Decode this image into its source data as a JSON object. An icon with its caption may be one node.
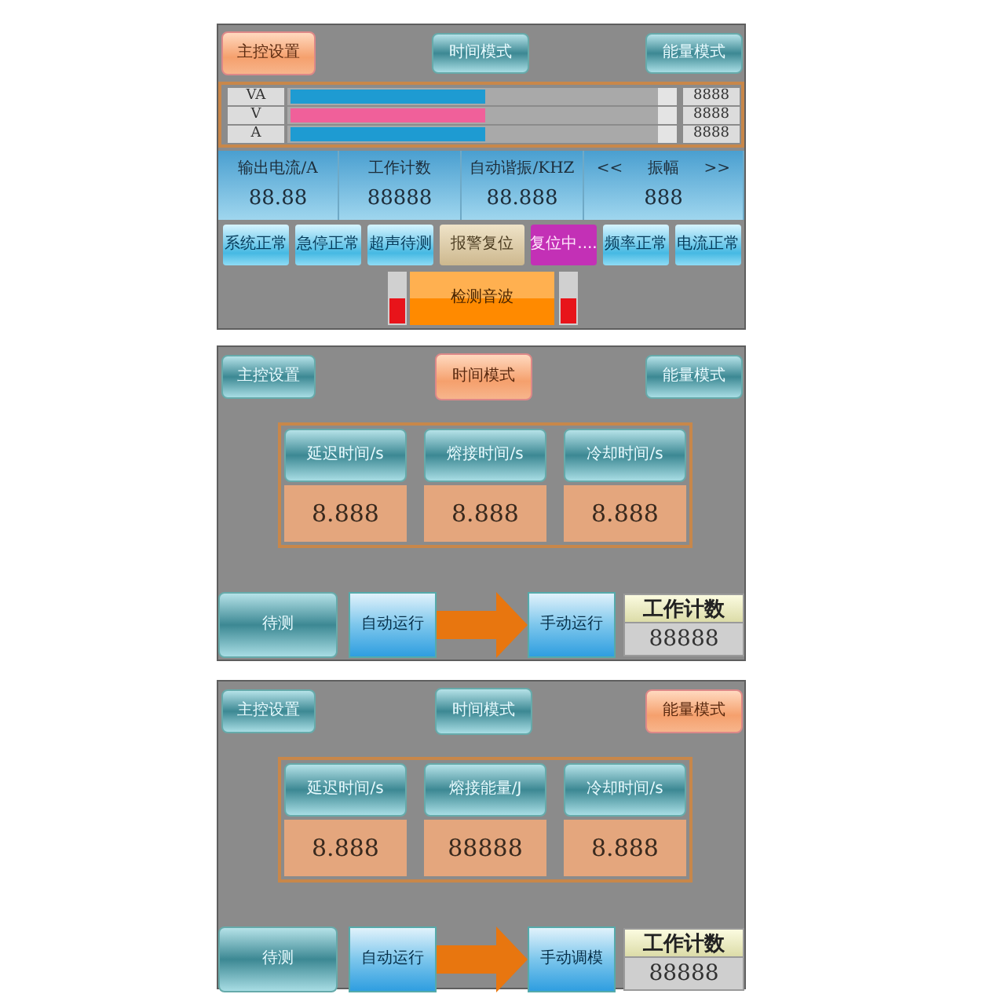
{
  "diagram": {
    "nodes": [
      {
        "text": [],
        "shape": "box"
      },
      {
        "text": [
          "主控设置"
        ],
        "in": 0
      },
      {
        "text": [
          "时间模式"
        ],
        "in": 0
      },
      {
        "text": [
          "能量模式"
        ],
        "in": 0
      },
      {
        "text": [],
        "shape": "box",
        "in": 0
      },
      {
        "text": [
          "VA"
        ],
        "in": 4
      },
      {
        "text": [
          "8888"
        ],
        "in": 4
      },
      {
        "text": [
          "V"
        ],
        "in": 4
      },
      {
        "text": [
          "8888"
        ],
        "in": 4
      },
      {
        "text": [
          "A"
        ],
        "in": 4
      },
      {
        "text": [
          "8888"
        ],
        "in": 4
      },
      {
        "text": [
          "输出电流/A",
          "88.88"
        ],
        "in": 0
      },
      {
        "text": [
          "工作计数",
          "88888"
        ],
        "in": 0
      },
      {
        "text": [
          "自动谐振/KHZ",
          "88.888"
        ],
        "in": 0
      },
      {
        "text": [
          "<<",
          "振幅",
          ">>",
          "888"
        ],
        "in": 0
      },
      {
        "text": [
          "系统正常"
        ],
        "in": 0
      },
      {
        "text": [
          "急停正常"
        ],
        "in": 0
      },
      {
        "text": [
          "超声待测"
        ],
        "in": 0
      },
      {
        "text": [
          "报警复位"
        ],
        "in": 0
      },
      {
        "text": [
          "复位中...."
        ],
        "in": 0
      },
      {
        "text": [
          "频率正常"
        ],
        "in": 0
      },
      {
        "text": [
          "电流正常"
        ],
        "in": 0
      },
      {
        "text": [
          "检测音波"
        ],
        "in": 0
      },
      {
        "text": [],
        "shape": "box"
      },
      {
        "text": [
          "主控设置"
        ],
        "in": 23
      },
      {
        "text": [
          "时间模式"
        ],
        "in": 23
      },
      {
        "text": [
          "能量模式"
        ],
        "in": 23
      },
      {
        "text": [],
        "shape": "box",
        "in": 23
      },
      {
        "text": [
          "延迟时间/s"
        ],
        "in": 27
      },
      {
        "text": [
          "8.888"
        ],
        "in": 27
      },
      {
        "text": [
          "熔接时间/s"
        ],
        "in": 27
      },
      {
        "text": [
          "8.888"
        ],
        "in": 27
      },
      {
        "text": [
          "冷却时间/s"
        ],
        "in": 27
      },
      {
        "text": [
          "8.888"
        ],
        "in": 27
      },
      {
        "text": [
          "待测"
        ],
        "in": 23
      },
      {
        "text": [
          "自动运行"
        ],
        "in": 23
      },
      {
        "text": [
          "手动运行"
        ],
        "in": 23
      },
      {
        "text": [
          "工作计数",
          "88888"
        ],
        "in": 23
      },
      {
        "text": [],
        "shape": "box"
      },
      {
        "text": [
          "主控设置"
        ],
        "in": 38
      },
      {
        "text": [
          "时间模式"
        ],
        "in": 38
      },
      {
        "text": [
          "能量模式"
        ],
        "in": 38
      },
      {
        "text": [],
        "shape": "box",
        "in": 38
      },
      {
        "text": [
          "延迟时间/s"
        ],
        "in": 42
      },
      {
        "text": [
          "8.888"
        ],
        "in": 42
      },
      {
        "text": [
          "熔接能量/J"
        ],
        "in": 42
      },
      {
        "text": [
          "88888"
        ],
        "in": 42
      },
      {
        "text": [
          "冷却时间/s"
        ],
        "in": 42
      },
      {
        "text": [
          "8.888"
        ],
        "in": 42
      },
      {
        "text": [
          "待测"
        ],
        "in": 38
      },
      {
        "text": [
          "自动运行"
        ],
        "in": 38
      },
      {
        "text": [
          "手动调模"
        ],
        "in": 38
      },
      {
        "text": [
          "工作计数",
          "88888"
        ],
        "in": 38
      }
    ],
    "edges": [
      {
        "from": 35,
        "to": 36,
        "arrow": "to"
      },
      {
        "from": 50,
        "to": 51,
        "arrow": "to"
      }
    ]
  }
}
